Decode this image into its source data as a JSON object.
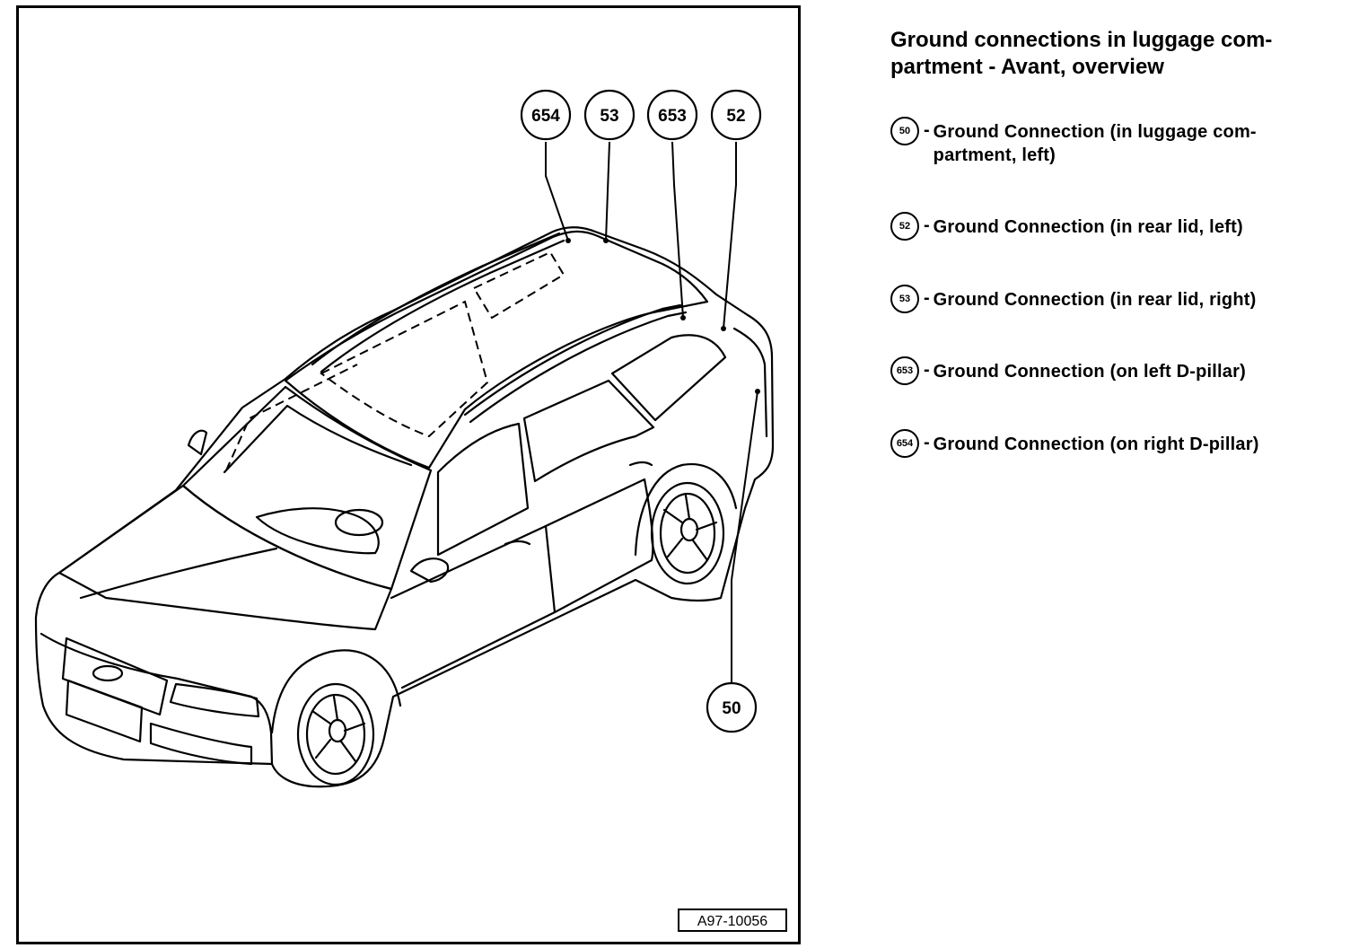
{
  "figure": {
    "figure_id": "A97-10056",
    "callouts": [
      {
        "id": "654"
      },
      {
        "id": "53"
      },
      {
        "id": "653"
      },
      {
        "id": "52"
      },
      {
        "id": "50"
      }
    ]
  },
  "legend": {
    "title_line1": "Ground connections in luggage com-",
    "title_line2": "partment - Avant, overview",
    "items": [
      {
        "number": "50",
        "dash": "-",
        "text": "Ground Connection (in luggage com-",
        "text2": "partment, left)"
      },
      {
        "number": "52",
        "dash": "-",
        "text": "Ground Connection (in rear lid, left)"
      },
      {
        "number": "53",
        "dash": "-",
        "text": "Ground Connection (in rear lid, right)"
      },
      {
        "number": "653",
        "dash": "-",
        "text": "Ground Connection (on left D-pillar)"
      },
      {
        "number": "654",
        "dash": "-",
        "text": "Ground Connection (on right D-pillar)"
      }
    ]
  }
}
